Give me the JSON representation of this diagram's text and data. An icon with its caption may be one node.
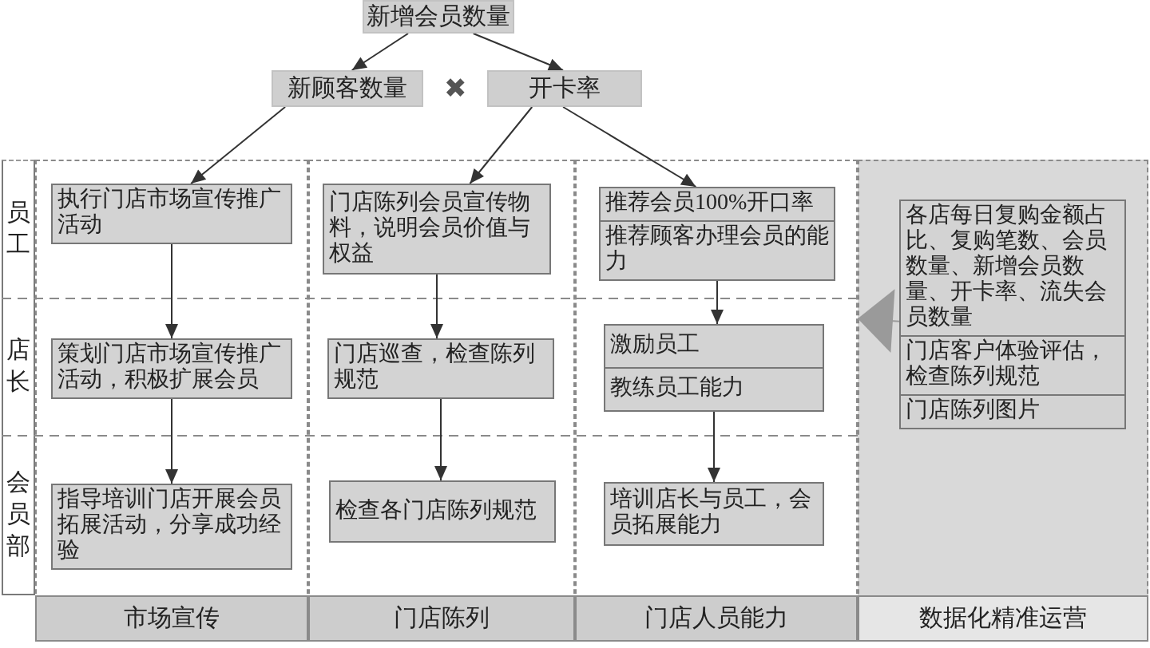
{
  "diagram": {
    "nodes": [
      {
        "text": [
          "新增会员数量"
        ]
      },
      {
        "text": [
          "新顾客数量"
        ]
      },
      {
        "text": [
          "开卡率"
        ]
      },
      {
        "text": [
          "员工"
        ]
      },
      {
        "text": [
          "店长"
        ]
      },
      {
        "text": [
          "会员部"
        ]
      },
      {
        "text": [
          "市场宣传"
        ]
      },
      {
        "text": [
          "执行门店市场宣传推广活动"
        ],
        "in": 6
      },
      {
        "text": [
          "策划门店市场宣传推广活动，积极扩展会员"
        ],
        "in": 6
      },
      {
        "text": [
          "指导培训门店开展会员拓展活动，分享成功经验"
        ],
        "in": 6
      },
      {
        "text": [
          "门店陈列"
        ]
      },
      {
        "text": [
          "门店陈列会员宣传物料，说明会员价值与权益"
        ],
        "in": 10
      },
      {
        "text": [
          "门店巡查，检查陈列规范"
        ],
        "in": 10
      },
      {
        "text": [
          "检查各门店陈列规范"
        ],
        "in": 10
      },
      {
        "text": [
          "门店人员能力"
        ]
      },
      {
        "text": [
          "推荐会员100%开口率",
          "推荐顾客办理会员的能力"
        ],
        "in": 14
      },
      {
        "text": [
          "激励员工",
          "教练员工能力"
        ],
        "in": 14
      },
      {
        "text": [
          "培训店长与员工，会员拓展能力"
        ],
        "in": 14
      },
      {
        "text": [
          "数据化精准运营"
        ]
      },
      {
        "text": [
          "各店每日复购金额占比、复购笔数、会员数量、新增会员数量、开卡率、流失会员数量",
          "门店客户体验评估，检查陈列规范",
          "门店陈列图片"
        ],
        "in": 18
      }
    ],
    "edges": [
      {
        "from": 0,
        "to": 1,
        "arrow": "to"
      },
      {
        "from": 0,
        "to": 2,
        "arrow": "to"
      },
      {
        "from": 1,
        "to": 7,
        "arrow": "to"
      },
      {
        "from": 2,
        "to": 11,
        "arrow": "to"
      },
      {
        "from": 2,
        "to": 15,
        "arrow": "to"
      },
      {
        "from": 7,
        "to": 8,
        "arrow": "to"
      },
      {
        "from": 8,
        "to": 9,
        "arrow": "to"
      },
      {
        "from": 11,
        "to": 12,
        "arrow": "to"
      },
      {
        "from": 12,
        "to": 13,
        "arrow": "to"
      },
      {
        "from": 15,
        "to": 16,
        "arrow": "to"
      },
      {
        "from": 16,
        "to": 17,
        "arrow": "to"
      },
      {
        "from": 19,
        "to": 14,
        "arrow": "to",
        "color": "#9a9a9a"
      }
    ],
    "labels": [
      "✖"
    ]
  }
}
